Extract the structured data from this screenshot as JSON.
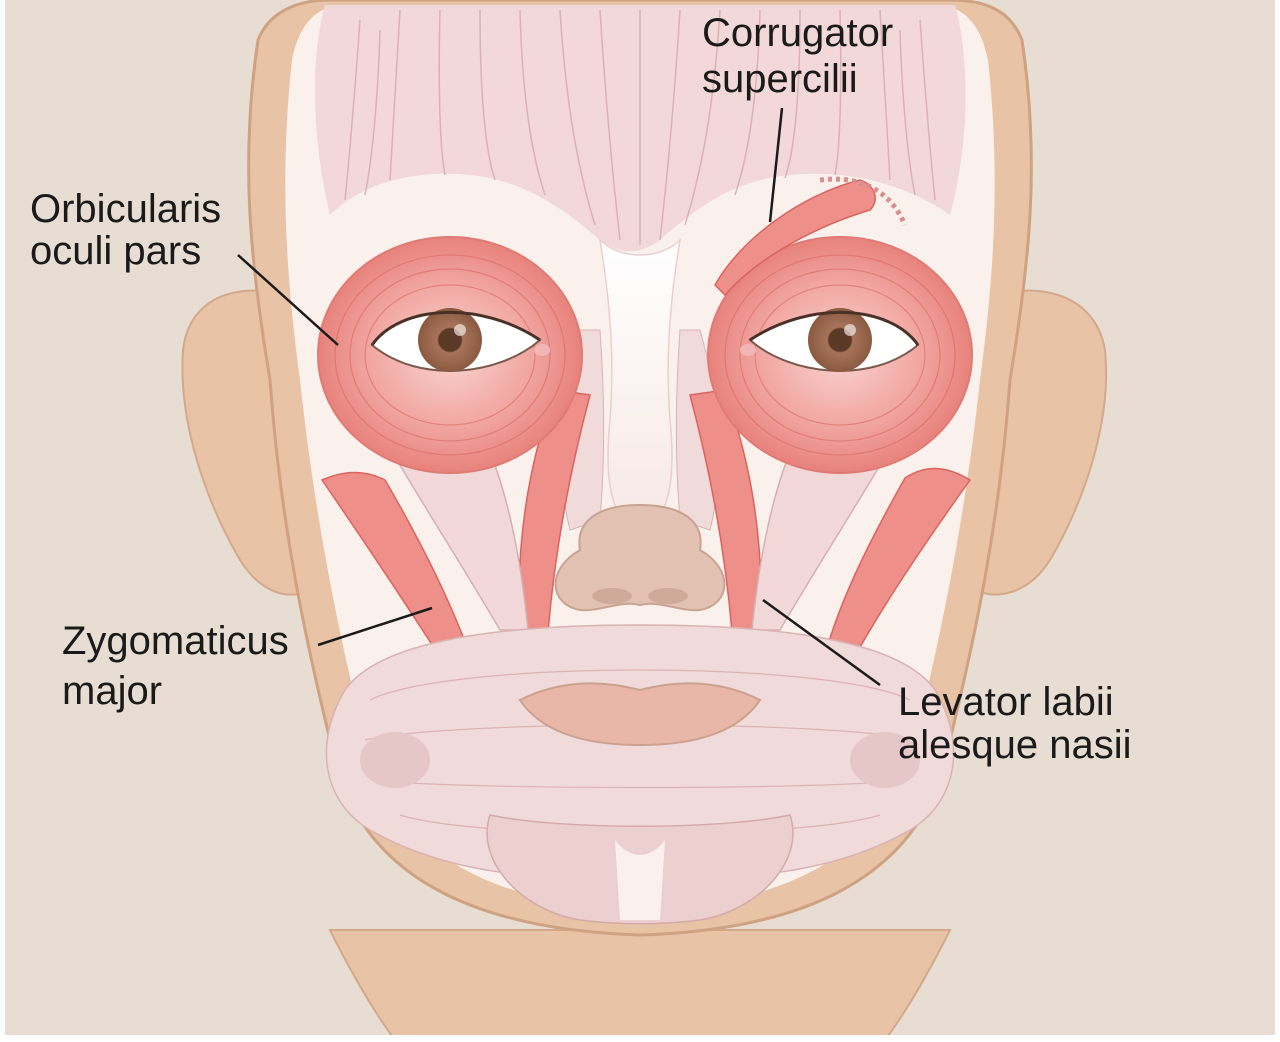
{
  "labels": {
    "corrugator": {
      "line1": "Corrugator",
      "line2": "supercilii"
    },
    "orbicularis": {
      "line1": "Orbicularis",
      "line2": "oculi pars"
    },
    "zygomaticus": {
      "line1": "Zygomaticus",
      "line2": "major"
    },
    "levator": {
      "line1": "Levator labii",
      "line2": "alesque nasii"
    }
  },
  "colors": {
    "background": "#e8ddd2",
    "skin": "#e9c3a6",
    "face": "#fbf1ec",
    "muscle_pale": "#f0d6d6",
    "muscle_red": "#ef8f8a",
    "muscle_red_dark": "#d9645f",
    "lips": "#e9b7a8",
    "iris": "#9b6a4d",
    "leader_line": "#1a1a1a"
  }
}
